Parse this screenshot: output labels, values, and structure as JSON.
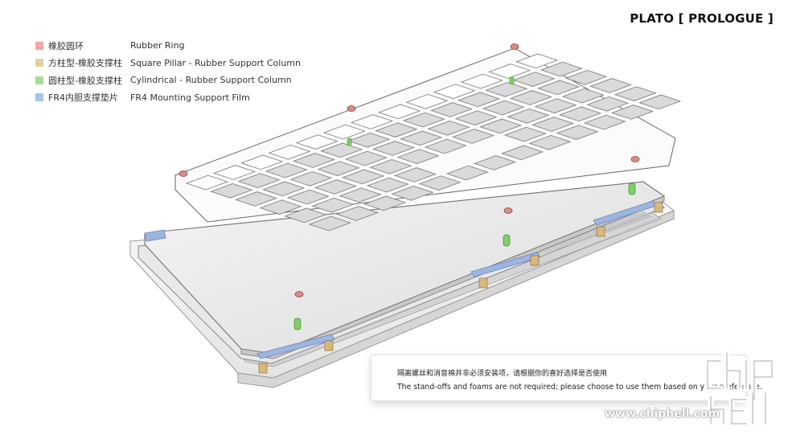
{
  "title": "PLATO [ PROLOGUE ]",
  "legend": [
    {
      "zh": "橡胶圆环",
      "en": "Rubber Ring",
      "color": "#f0a8a8"
    },
    {
      "zh": "方柱型-橡胶支撑柱",
      "en": "Square Pillar - Rubber Support Column",
      "color": "#e3cf9e"
    },
    {
      "zh": "圆柱型-橡胶支撑柱",
      "en": "Cylindrical - Rubber Support Column",
      "color": "#a9dc98"
    },
    {
      "zh": "FR4内胆支撑垫片",
      "en": "FR4 Mounting Support Film",
      "color": "#a9c4e8"
    }
  ],
  "note": {
    "zh": "隔离螺丝和消音棉并非必须安装项，请根据你的喜好选择是否使用",
    "en": "The stand-offs and foams are not required; please choose to use them based on your preference."
  },
  "watermark": {
    "logo": "chip hell",
    "url": "www.chiphell.com"
  },
  "colors": {
    "rubber_ring": "#d98a8a",
    "square_pillar": "#d9b97a",
    "cylindrical_pillar": "#7fce6a",
    "fr4_film": "#9db5e0"
  }
}
